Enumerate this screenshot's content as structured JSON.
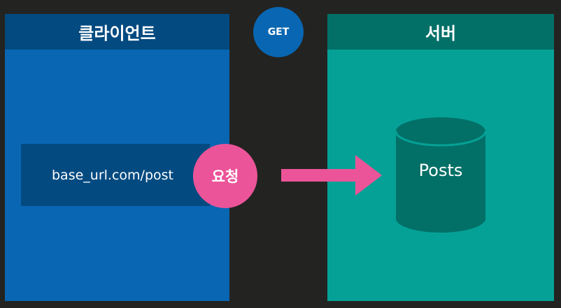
{
  "client": {
    "title": "클라이언트",
    "url": "base_url.com/post"
  },
  "request": {
    "label": "요청",
    "method": "GET"
  },
  "server": {
    "title": "서버",
    "db_label": "Posts"
  },
  "colors": {
    "background": "#232321",
    "client_body": "#0866b2",
    "client_header": "#034a80",
    "server_body": "#05a096",
    "server_header": "#037068",
    "request_pink": "#ec549a",
    "database": "#037068"
  }
}
